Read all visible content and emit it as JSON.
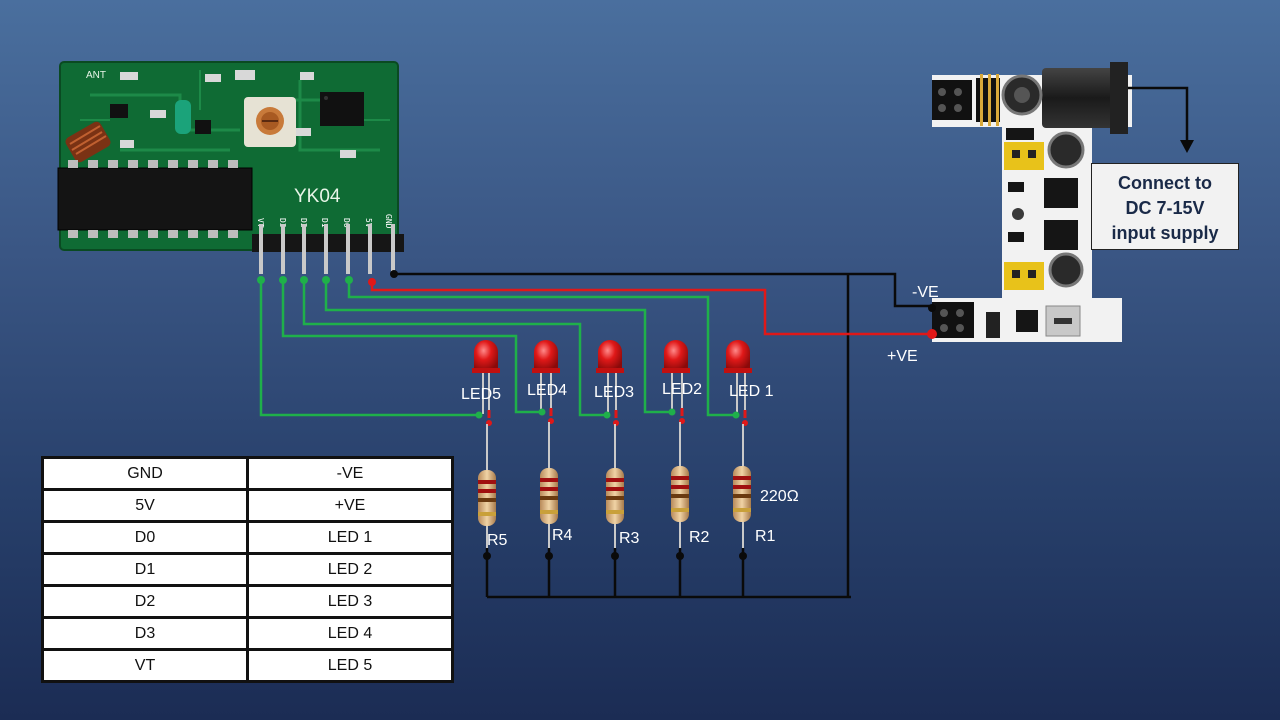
{
  "module": {
    "name": "YK04",
    "antenna_label": "ANT",
    "pins": [
      "VT",
      "D3",
      "D2",
      "D1",
      "D0",
      "5V",
      "GND"
    ]
  },
  "supply": {
    "note_lines": [
      "Connect to",
      "DC 7-15V",
      "input supply"
    ],
    "neg_label": "-VE",
    "pos_label": "+VE"
  },
  "leds": [
    {
      "label": "LED5",
      "resistor": "R5"
    },
    {
      "label": "LED4",
      "resistor": "R4"
    },
    {
      "label": "LED3",
      "resistor": "R3"
    },
    {
      "label": "LED2",
      "resistor": "R2"
    },
    {
      "label": "LED 1",
      "resistor": "R1"
    }
  ],
  "resistor_value": "220Ω",
  "pin_table": [
    {
      "pin": "GND",
      "connection": "-VE"
    },
    {
      "pin": "5V",
      "connection": "+VE"
    },
    {
      "pin": "D0",
      "connection": "LED 1"
    },
    {
      "pin": "D1",
      "connection": "LED 2"
    },
    {
      "pin": "D2",
      "connection": "LED 3"
    },
    {
      "pin": "D3",
      "connection": "LED 4"
    },
    {
      "pin": "VT",
      "connection": "LED 5"
    }
  ],
  "colors": {
    "signal_wire": "#1fb04a",
    "positive_wire": "#e01818",
    "ground_wire": "#0a0a0a",
    "pcb": "#0f6b34",
    "led": "#e01818"
  }
}
